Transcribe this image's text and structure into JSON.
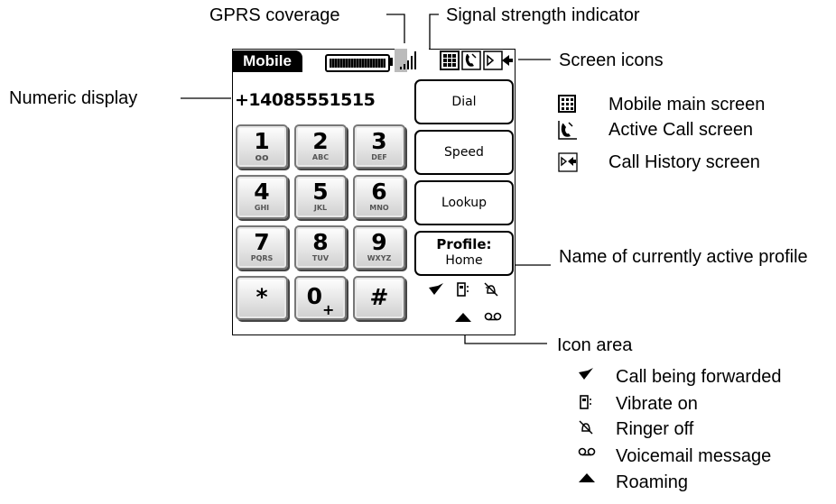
{
  "callouts": {
    "gprs": "GPRS coverage",
    "signal": "Signal strength indicator",
    "screen_icons": "Screen icons",
    "numeric_display": "Numeric display",
    "profile_name": "Name of currently active profile",
    "icon_area": "Icon area"
  },
  "phone": {
    "tab_label": "Mobile",
    "number": "+14085551515",
    "keys": [
      {
        "digit": "1",
        "letters": "oo"
      },
      {
        "digit": "2",
        "letters": "ABC"
      },
      {
        "digit": "3",
        "letters": "DEF"
      },
      {
        "digit": "4",
        "letters": "GHI"
      },
      {
        "digit": "5",
        "letters": "JKL"
      },
      {
        "digit": "6",
        "letters": "MNO"
      },
      {
        "digit": "7",
        "letters": "PQRS"
      },
      {
        "digit": "8",
        "letters": "TUV"
      },
      {
        "digit": "9",
        "letters": "WXYZ"
      },
      {
        "digit": "*",
        "letters": ""
      },
      {
        "digit": "0",
        "letters": "+"
      },
      {
        "digit": "#",
        "letters": ""
      }
    ],
    "buttons": {
      "dial": "Dial",
      "speed": "Speed",
      "lookup": "Lookup",
      "profile_title": "Profile:",
      "profile_name": "Home"
    }
  },
  "screen_icons_legend": [
    {
      "icon": "mobile-main-icon",
      "label": "Mobile main screen"
    },
    {
      "icon": "active-call-icon",
      "label": "Active Call screen"
    },
    {
      "icon": "call-history-icon",
      "label": "Call History screen"
    }
  ],
  "icon_area_legend": [
    {
      "icon": "call-forward-icon",
      "label": "Call being forwarded"
    },
    {
      "icon": "vibrate-icon",
      "label": "Vibrate on"
    },
    {
      "icon": "ringer-off-icon",
      "label": "Ringer off"
    },
    {
      "icon": "voicemail-icon",
      "label": "Voicemail message"
    },
    {
      "icon": "roaming-icon",
      "label": "Roaming"
    }
  ]
}
